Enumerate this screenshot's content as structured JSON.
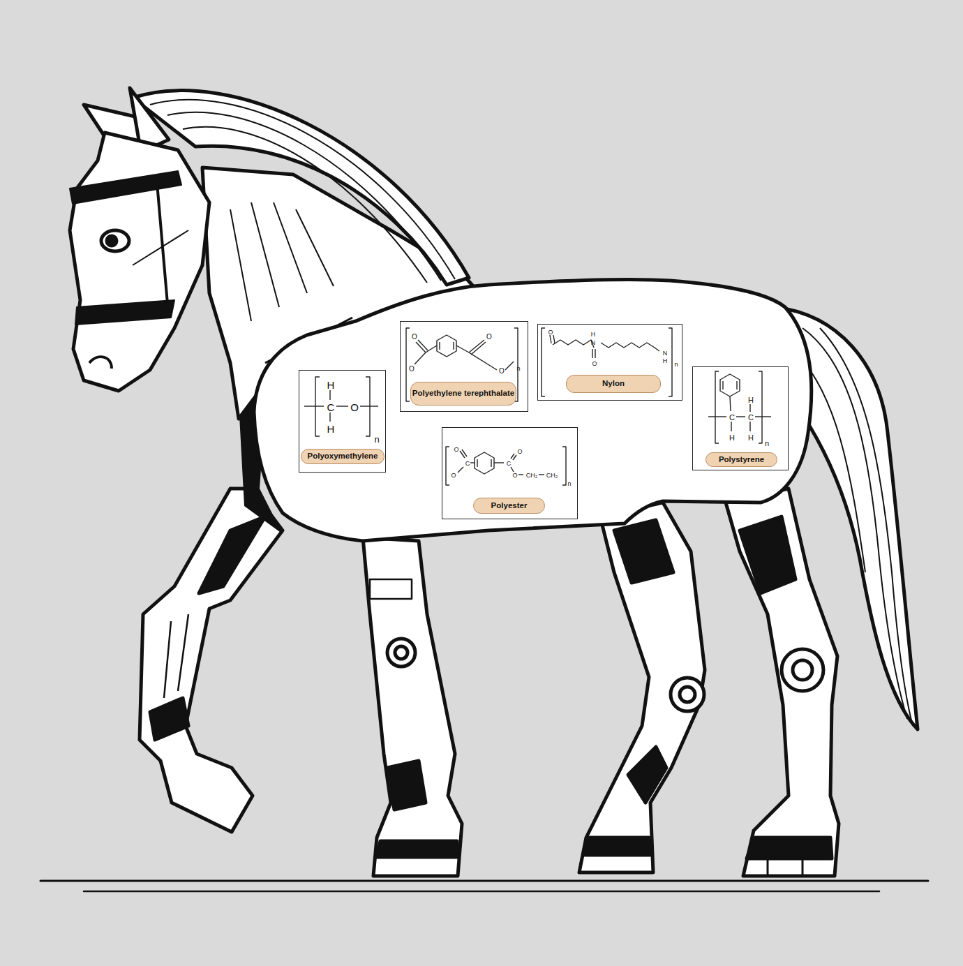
{
  "diagram": {
    "nodes": [
      {
        "text": [
          "H",
          "C",
          "O",
          "H",
          "n"
        ]
      },
      {
        "text": [
          "Polyoxymethylene"
        ],
        "in": 0
      },
      {
        "text": [
          "O",
          "O",
          "O",
          "O",
          "n"
        ]
      },
      {
        "text": [
          "Polyethylene terephthalate"
        ],
        "in": 2
      },
      {
        "text": [
          "O",
          "H",
          "N",
          "O",
          "N",
          "H",
          "n"
        ]
      },
      {
        "text": [
          "Nylon"
        ],
        "in": 4
      },
      {
        "text": [
          "H",
          "C",
          "C",
          "H",
          "H",
          "n"
        ]
      },
      {
        "text": [
          "Polystyrene"
        ],
        "in": 6
      },
      {
        "text": [
          "O",
          "C",
          "O",
          "C",
          "O",
          "O",
          "CH₂",
          "CH₂",
          "n"
        ]
      },
      {
        "text": [
          "Polyester"
        ],
        "in": 8
      }
    ]
  }
}
